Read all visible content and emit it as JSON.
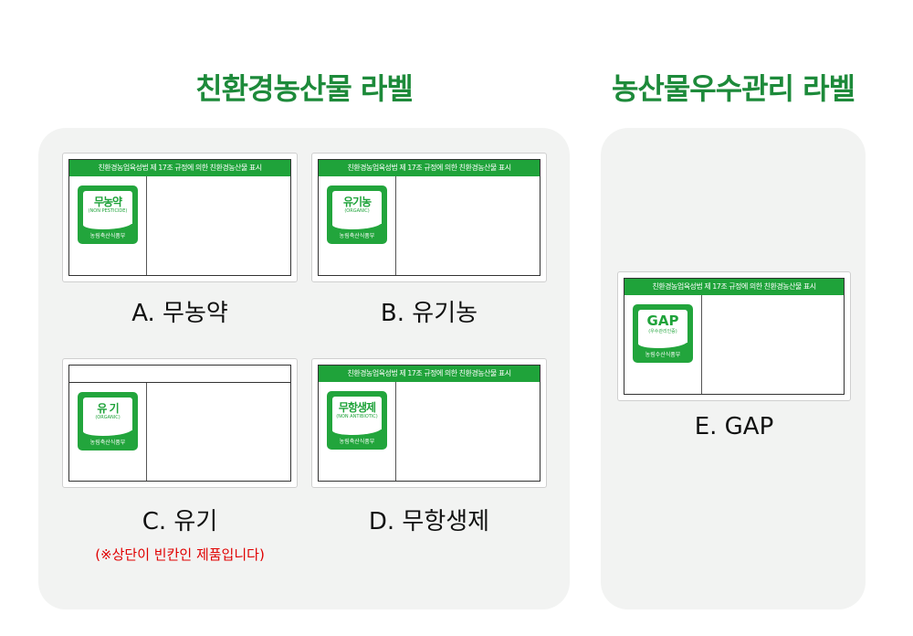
{
  "titles": {
    "eco": "친환경농산물 라벨",
    "gap": "농산물우수관리 라벨"
  },
  "header_text": "친환경농업육성법 제 17조 규정에 의한 친환경농산물 표시",
  "ministry_a": "농림축산식품부",
  "ministry_e": "농림수산식품부",
  "cards": [
    {
      "label": "A. 무농약",
      "logo": "무농약",
      "logo_en": "(NON PESTICIDE)"
    },
    {
      "label": "B. 유기농",
      "logo": "유기농",
      "logo_en": "(ORGANIC)"
    },
    {
      "label": "C. 유기",
      "logo": "유 기",
      "logo_en": "(ORGANIC)"
    },
    {
      "label": "D. 무항생제",
      "logo": "무항생제",
      "logo_en": "(NON ANTIBIOTIC)"
    },
    {
      "label": "E. GAP",
      "logo": "GAP",
      "logo_en": "(우수관리인증)"
    }
  ],
  "note": "(※상단이 빈칸인 제품입니다)",
  "colors": {
    "brand_green": "#1fa33a",
    "title_green": "#1d8a3a",
    "note_red": "#e00000"
  }
}
